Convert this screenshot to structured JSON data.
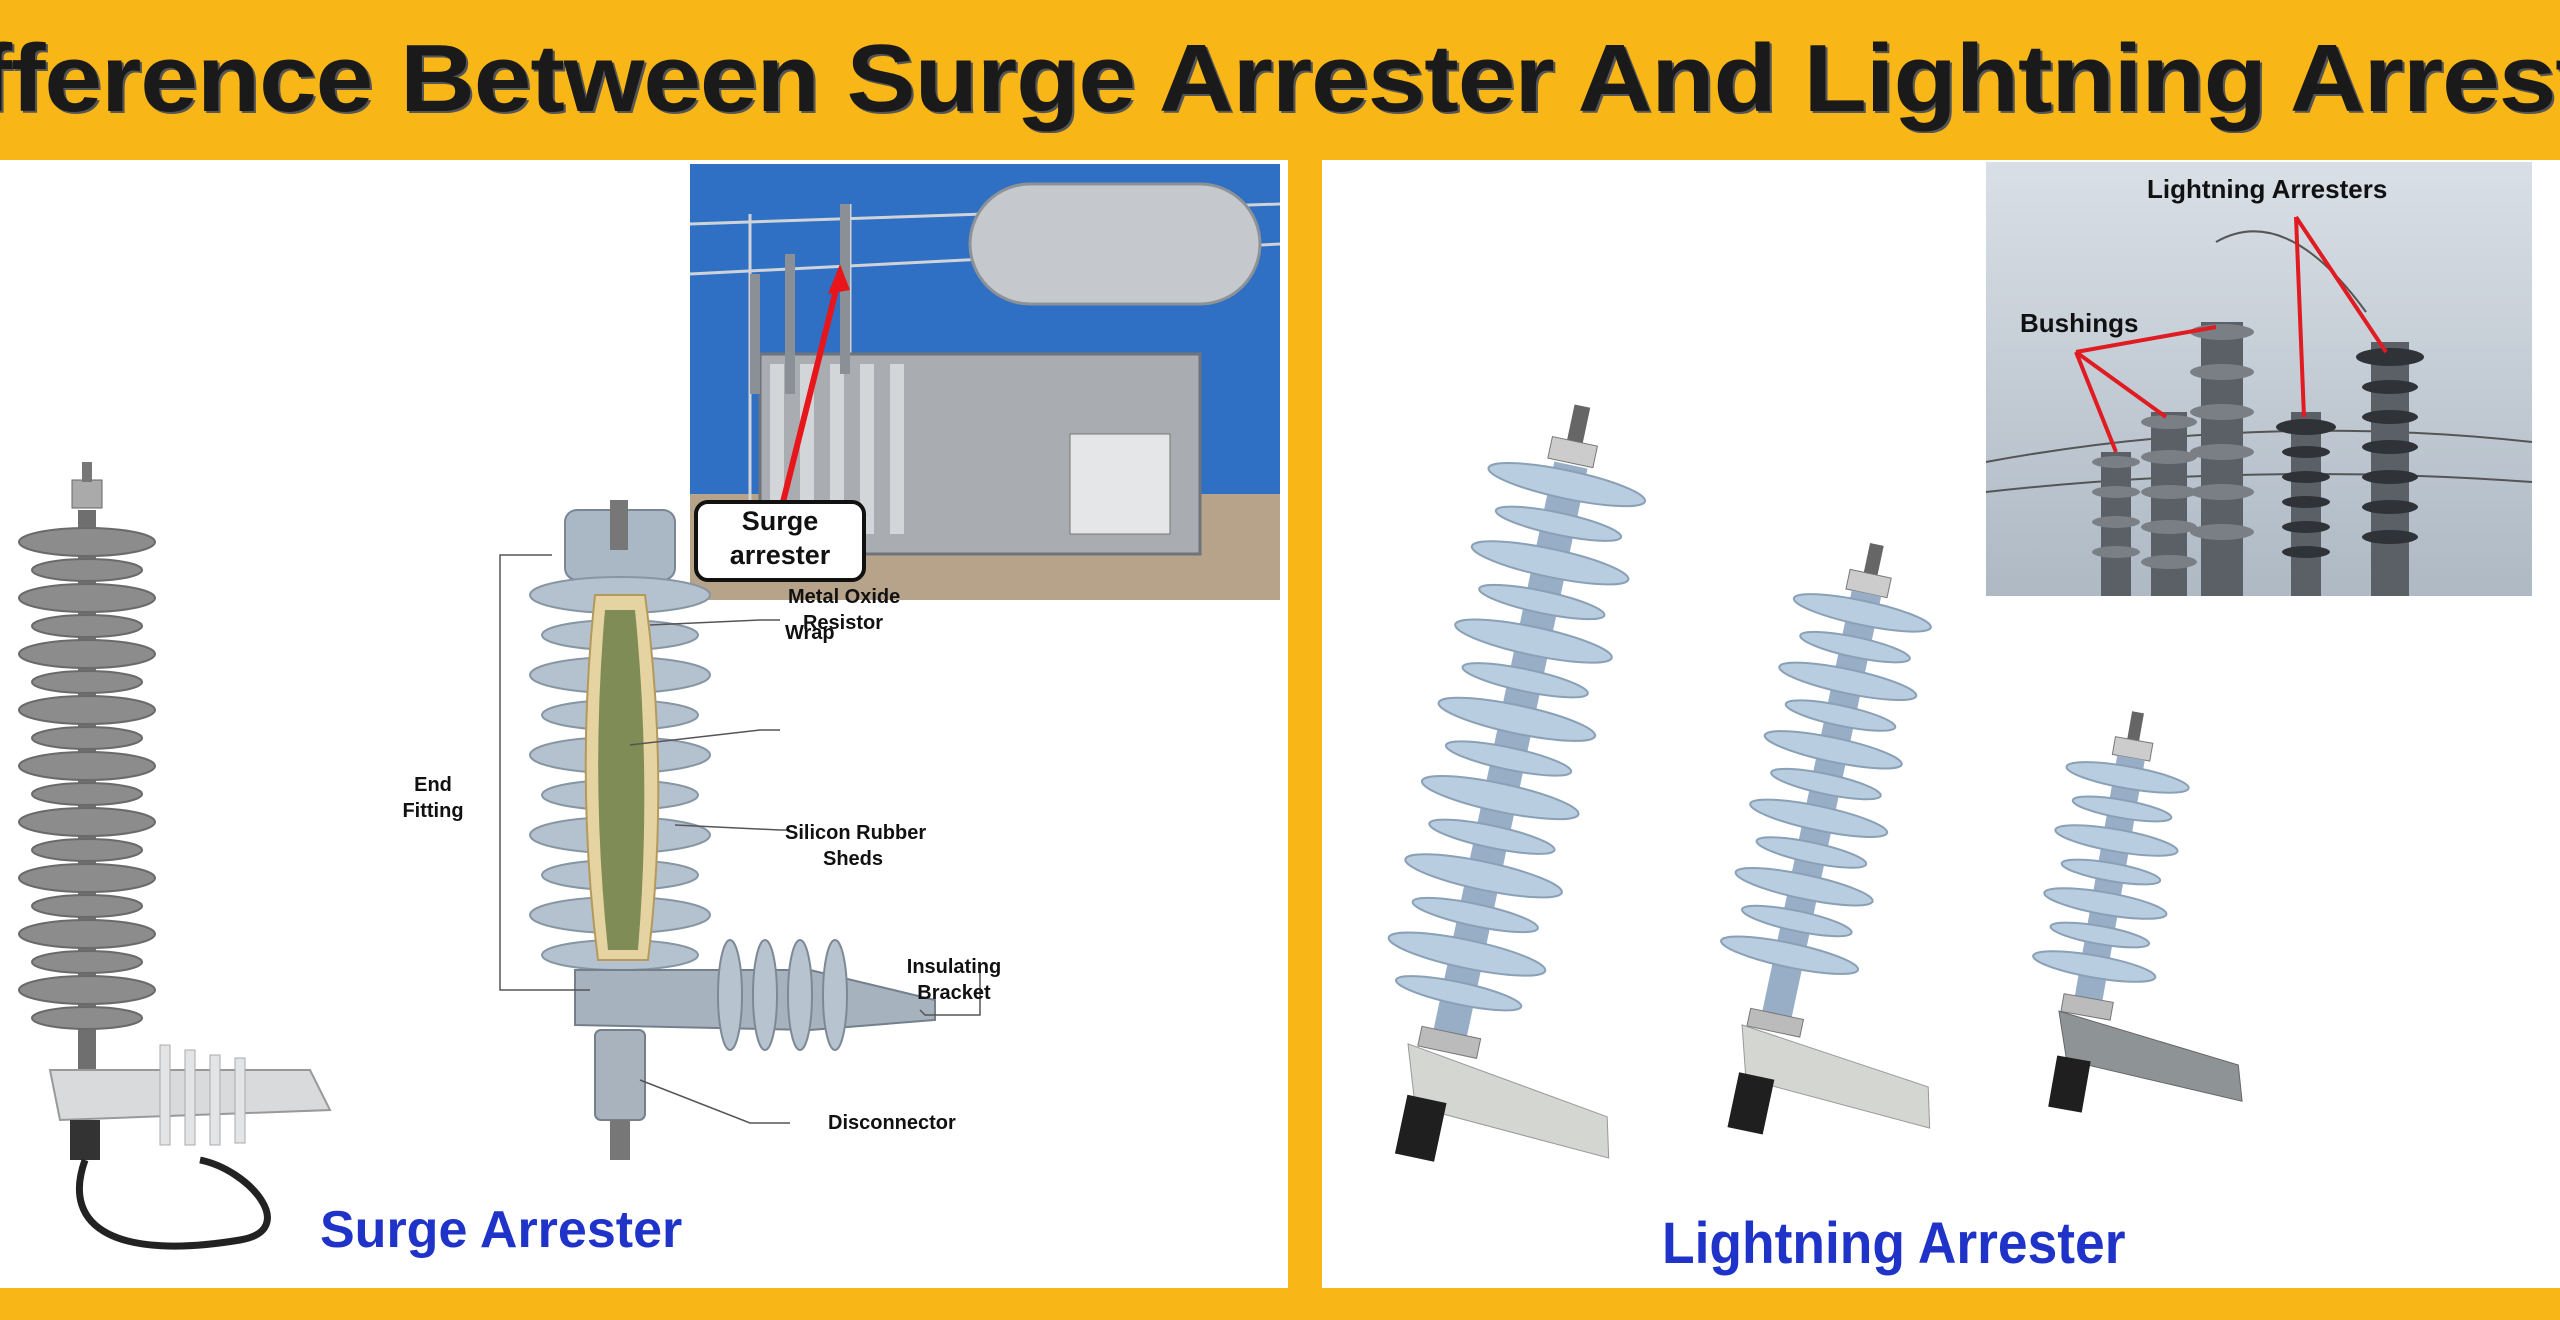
{
  "title": "Difference Between Surge Arrester And Lightning Arrester",
  "left_panel": {
    "caption": "Surge Arrester",
    "photo_callout": [
      "Surge",
      "arrester"
    ],
    "diagram_labels": {
      "wrap": "Wrap",
      "metal_oxide": [
        "Metal Oxide",
        "Resistor"
      ],
      "end_fitting": [
        "End",
        "Fitting"
      ],
      "silicon_rubber": [
        "Silicon Rubber",
        "Sheds"
      ],
      "insulating_bracket": [
        "Insulating",
        "Bracket"
      ],
      "disconnector": "Disconnector"
    }
  },
  "right_panel": {
    "caption": "Lightning Arrester",
    "photo_labels": {
      "lightning_arresters": "Lightning Arresters",
      "bushings": "Bushings"
    }
  },
  "colors": {
    "banner": "#f8b617",
    "caption": "#1f33c9",
    "insulator_blue": "#b9cde0",
    "insulator_grey": "#8c8c8c",
    "callout_arrow": "#e8161b"
  }
}
